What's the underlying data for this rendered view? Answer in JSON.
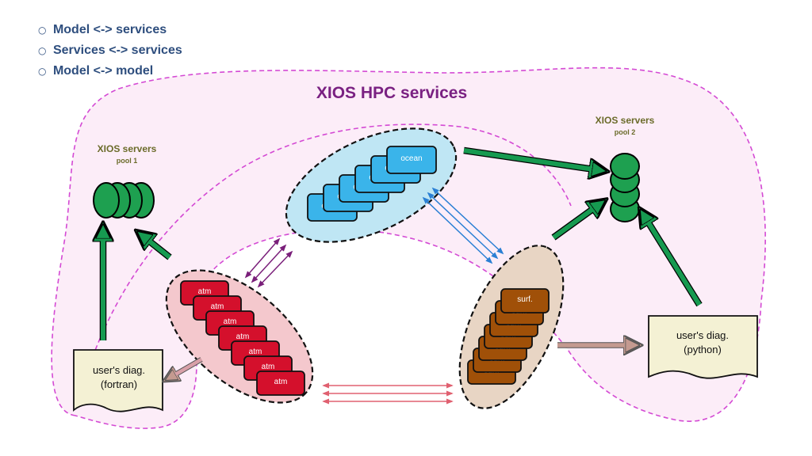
{
  "bullets": [
    {
      "mark": "○",
      "text": "Model <-> services"
    },
    {
      "mark": "○",
      "text": "Services <-> services"
    },
    {
      "mark": "○",
      "text": "Model <-> model"
    }
  ],
  "title": "XIOS HPC services",
  "pool1": {
    "title": "XIOS servers",
    "subtitle": "pool 1"
  },
  "pool2": {
    "title": "XIOS servers",
    "subtitle": "pool 2"
  },
  "ocean": {
    "label": "ocean",
    "color": "#3ab4ea"
  },
  "atm": {
    "label": "atm",
    "color": "#d4102c"
  },
  "surf": {
    "label": "surf.",
    "color": "#a05008"
  },
  "docs": {
    "fortran": {
      "line1": "user's diag.",
      "line2": "(fortran)"
    },
    "python": {
      "line1": "user's diag.",
      "line2": "(python)"
    }
  },
  "colors": {
    "region_border": "#d44ad4",
    "region_fill": "#fcedf8",
    "server_green": "#1ea050",
    "arrow_green": "#169a50",
    "purple_arrow": "#7a1f7a",
    "blue_arrow": "#2a7fd4",
    "pink_arrow": "#e06070",
    "brown_arrow": "#c49a90"
  }
}
